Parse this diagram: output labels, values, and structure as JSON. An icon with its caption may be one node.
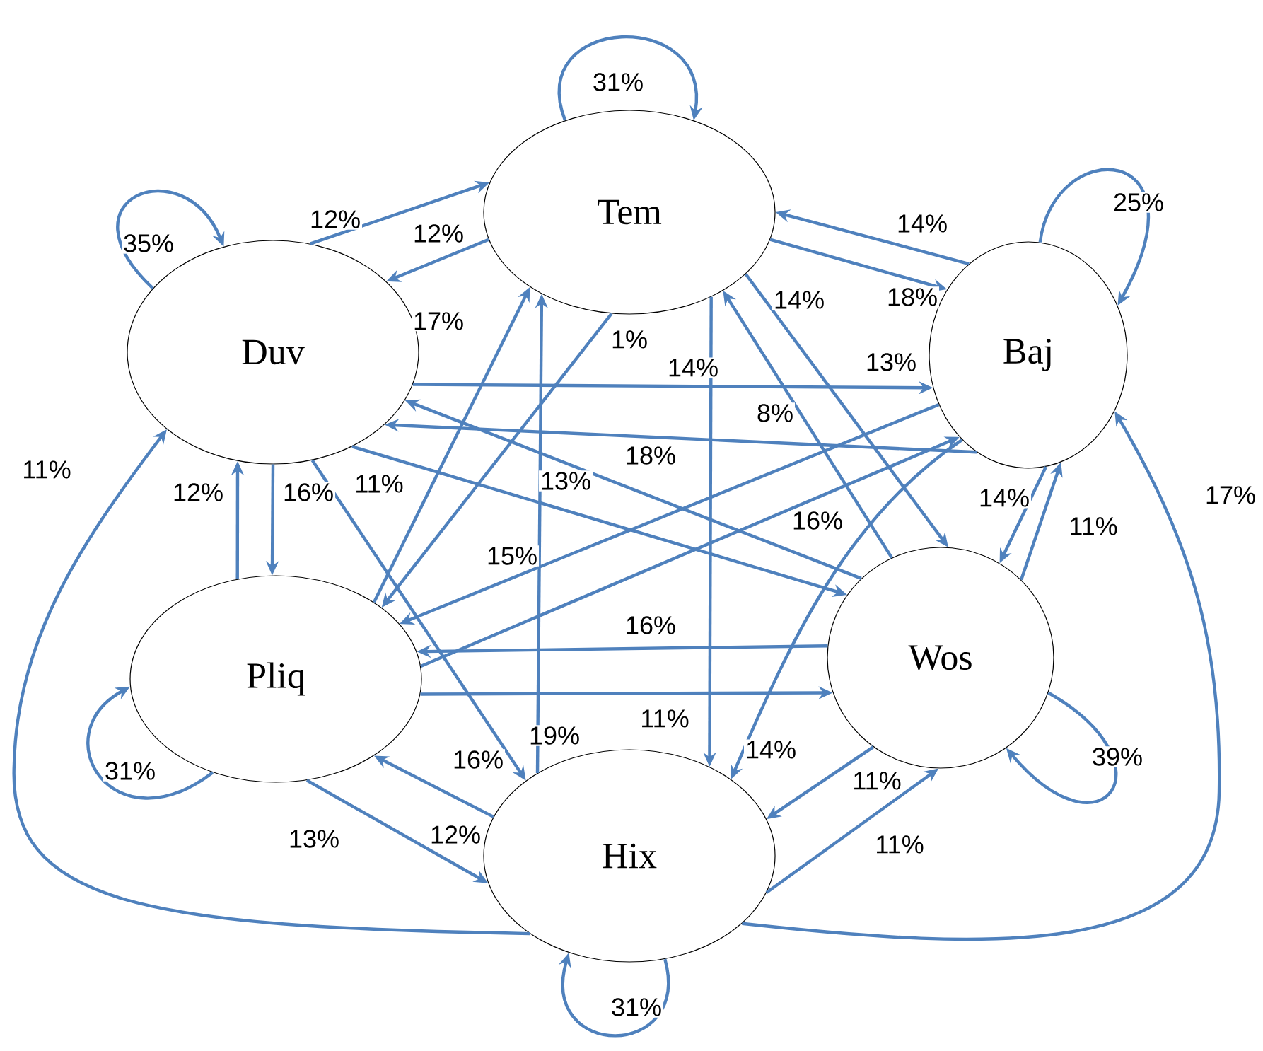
{
  "diagram": {
    "nodes": [
      {
        "text": [
          "Tem"
        ]
      },
      {
        "text": [
          "Duv"
        ]
      },
      {
        "text": [
          "Baj"
        ]
      },
      {
        "text": [
          "Pliq"
        ]
      },
      {
        "text": [
          "Wos"
        ]
      },
      {
        "text": [
          "Hix"
        ]
      }
    ],
    "edges": [
      {
        "from": 1,
        "to": 0,
        "arrow": "to",
        "label": "12%"
      },
      {
        "from": 0,
        "to": 1,
        "arrow": "to",
        "label": "12%"
      },
      {
        "from": 2,
        "to": 0,
        "arrow": "to",
        "label": "14%"
      },
      {
        "from": 0,
        "to": 2,
        "arrow": "to",
        "label": "18%"
      },
      {
        "from": 1,
        "to": 2,
        "arrow": "to",
        "label": "13%"
      },
      {
        "from": 2,
        "to": 1,
        "arrow": "to",
        "label": "18%"
      },
      {
        "from": 1,
        "to": 4,
        "arrow": "to",
        "label": "11%"
      },
      {
        "from": 4,
        "to": 1,
        "arrow": "to",
        "label": "13%"
      },
      {
        "from": 0,
        "to": 4,
        "arrow": "to",
        "label": "14%"
      },
      {
        "from": 4,
        "to": 0,
        "arrow": "to",
        "label": "8%"
      },
      {
        "from": 0,
        "to": 5,
        "arrow": "to",
        "label": "14%"
      },
      {
        "from": 5,
        "to": 0,
        "arrow": "to",
        "label": "19%"
      },
      {
        "from": 3,
        "to": 0,
        "arrow": "to",
        "label": "17%"
      },
      {
        "from": 0,
        "to": 3,
        "arrow": "to",
        "label": "1%"
      },
      {
        "from": 2,
        "to": 3,
        "arrow": "to",
        "label": "15%"
      },
      {
        "from": 3,
        "to": 2,
        "arrow": "to",
        "label": "16%"
      },
      {
        "from": 4,
        "to": 3,
        "arrow": "to",
        "label": "16%"
      },
      {
        "from": 3,
        "to": 4,
        "arrow": "to",
        "label": "11%"
      },
      {
        "from": 1,
        "to": 5,
        "arrow": "to",
        "label": "16%"
      },
      {
        "from": 2,
        "to": 5,
        "arrow": "to",
        "label": "14%"
      },
      {
        "from": 3,
        "to": 1,
        "arrow": "to",
        "label": "12%"
      },
      {
        "from": 1,
        "to": 3,
        "arrow": "to",
        "label": "16%"
      },
      {
        "from": 2,
        "to": 4,
        "arrow": "to",
        "label": "14%"
      },
      {
        "from": 4,
        "to": 2,
        "arrow": "to",
        "label": "11%"
      },
      {
        "from": 4,
        "to": 5,
        "arrow": "to",
        "label": "11%"
      },
      {
        "from": 5,
        "to": 4,
        "arrow": "to",
        "label": "11%"
      },
      {
        "from": 3,
        "to": 5,
        "arrow": "to",
        "label": "13%"
      },
      {
        "from": 5,
        "to": 3,
        "arrow": "to",
        "label": "12%"
      },
      {
        "from": 5,
        "to": 1,
        "arrow": "to",
        "label": "11%"
      },
      {
        "from": 5,
        "to": 2,
        "arrow": "to",
        "label": "17%"
      },
      {
        "from": 0,
        "to": 0,
        "arrow": "to",
        "label": "31%"
      },
      {
        "from": 1,
        "to": 1,
        "arrow": "to",
        "label": "35%"
      },
      {
        "from": 2,
        "to": 2,
        "arrow": "to",
        "label": "25%"
      },
      {
        "from": 3,
        "to": 3,
        "arrow": "to",
        "label": "31%"
      },
      {
        "from": 4,
        "to": 4,
        "arrow": "to",
        "label": "39%"
      },
      {
        "from": 5,
        "to": 5,
        "arrow": "to",
        "label": "31%"
      }
    ]
  }
}
